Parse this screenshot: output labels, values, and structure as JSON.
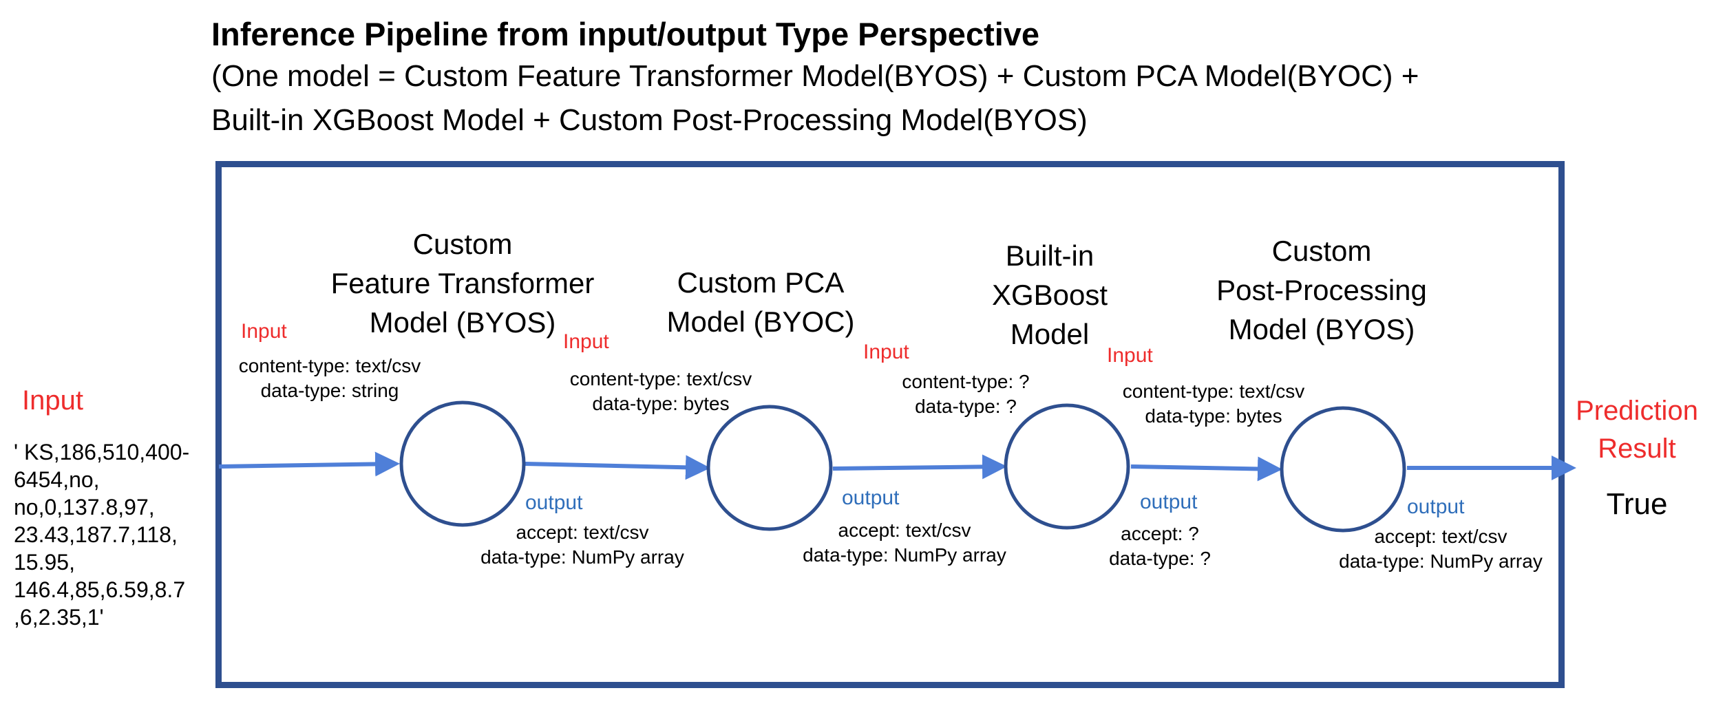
{
  "title": "Inference Pipeline from input/output Type Perspective",
  "subtitle_line1": "(One model = Custom Feature Transformer Model(BYOS) + Custom PCA Model(BYOC) +",
  "subtitle_line2": "Built-in XGBoost Model + Custom Post-Processing Model(BYOS)",
  "colors": {
    "frame": "#2E4F8F",
    "arrow": "#4F7FD8",
    "input_label": "#EE2C2C",
    "output_label": "#2F6EBA"
  },
  "pipeline_input": {
    "label": "Input",
    "lines": [
      "' KS,186,510,400-",
      "6454,no,",
      "no,0,137.8,97,",
      "23.43,187.7,118,",
      "15.95,",
      "146.4,85,6.59,8.7",
      ",6,2.35,1'"
    ]
  },
  "pipeline_output": {
    "label_lines": [
      "Prediction",
      "Result"
    ],
    "value": "True"
  },
  "models": [
    {
      "name_lines": [
        "Custom",
        "Feature Transformer",
        "Model (BYOS)"
      ],
      "input_label": "Input",
      "input_lines": [
        "content-type: text/csv",
        "data-type: string"
      ],
      "output_label": "output",
      "output_lines": [
        "accept: text/csv",
        "data-type: NumPy array"
      ]
    },
    {
      "name_lines": [
        "Custom PCA",
        "Model (BYOC)"
      ],
      "input_label": "Input",
      "input_lines": [
        "content-type: text/csv",
        "data-type: bytes"
      ],
      "output_label": "output",
      "output_lines": [
        "accept: text/csv",
        "data-type: NumPy array"
      ]
    },
    {
      "name_lines": [
        "Built-in",
        "XGBoost",
        "Model"
      ],
      "input_label": "Input",
      "input_lines": [
        "content-type: ?",
        "data-type: ?"
      ],
      "output_label": "output",
      "output_lines": [
        "accept: ?",
        "data-type: ?"
      ]
    },
    {
      "name_lines": [
        "Custom",
        "Post-Processing",
        "Model (BYOS)"
      ],
      "input_label": "Input",
      "input_lines": [
        "content-type: text/csv",
        "data-type: bytes"
      ],
      "output_label": "output",
      "output_lines": [
        "accept: text/csv",
        "data-type: NumPy array"
      ]
    }
  ]
}
